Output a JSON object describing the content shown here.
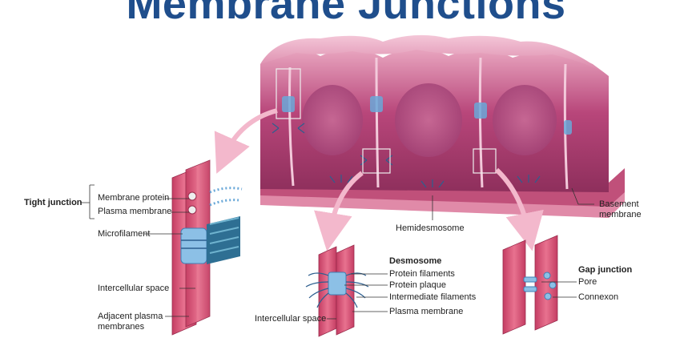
{
  "title": "Membrane Junctions",
  "colors": {
    "title": "#1f4e8c",
    "tissue": "#b8467a",
    "membrane": "#d9587a",
    "protein": "#6aa8d8",
    "arrow": "#f3b8cc"
  },
  "labels": {
    "tight_junction": "Tight junction",
    "membrane_protein": "Membrane protein",
    "plasma_membrane_1": "Plasma membrane",
    "microfilament": "Microfilament",
    "intercellular_space_1": "Intercellular space",
    "adjacent_plasma": "Adjacent plasma",
    "membranes": "membranes",
    "hemidesmosome": "Hemidesmosome",
    "basement": "Basement",
    "membrane_word": "membrane",
    "desmosome": "Desmosome",
    "protein_filaments": "Protein filaments",
    "protein_plaque": "Protein plaque",
    "intermediate_filaments": "Intermediate filaments",
    "plasma_membrane_2": "Plasma membrane",
    "intercellular_space_2": "Intercellular space",
    "gap_junction": "Gap junction",
    "pore": "Pore",
    "connexon": "Connexon"
  }
}
